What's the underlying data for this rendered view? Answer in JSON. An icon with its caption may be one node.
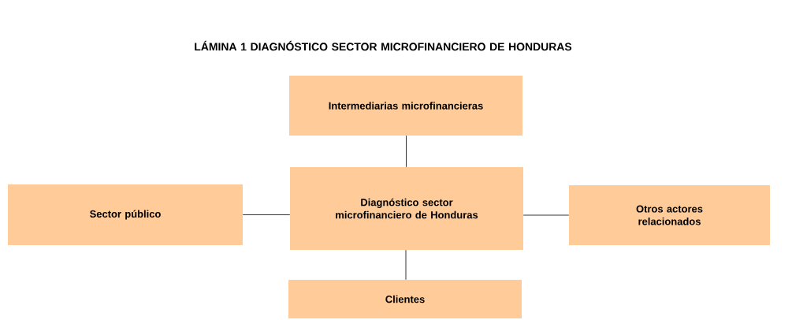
{
  "diagram": {
    "title": "LÁMINA 1 DIAGNÓSTICO SECTOR MICROFINANCIERO DE HONDURAS",
    "nodes": [
      {
        "text": [
          "Intermediarias microfinancieras"
        ]
      },
      {
        "text": [
          "Sector público"
        ]
      },
      {
        "text": [
          "Diagnóstico sector microfinanciero de Honduras"
        ]
      },
      {
        "text": [
          "Otros actores relacionados"
        ]
      },
      {
        "text": [
          "Clientes"
        ]
      }
    ],
    "edges": [
      {
        "from": 2,
        "to": 0,
        "arrow": "none"
      },
      {
        "from": 2,
        "to": 1,
        "arrow": "none"
      },
      {
        "from": 2,
        "to": 3,
        "arrow": "none"
      },
      {
        "from": 2,
        "to": 4,
        "arrow": "none"
      }
    ]
  }
}
